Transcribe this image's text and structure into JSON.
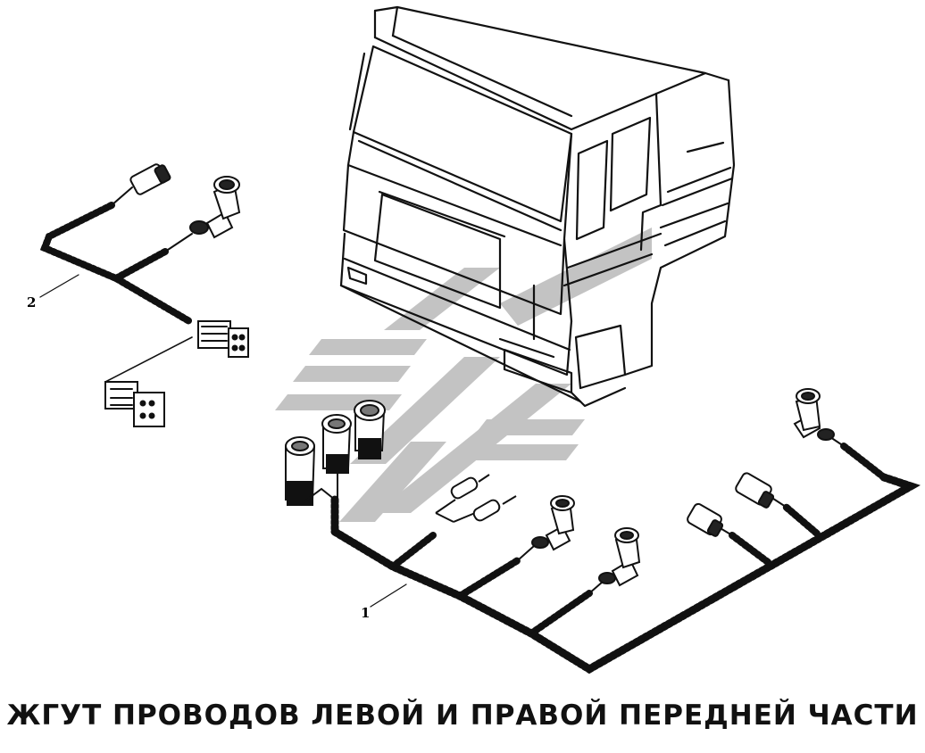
{
  "caption": "ЖГУТ ПРОВОДОВ ЛЕВОЙ И ПРАВОЙ ПЕРЕДНЕЙ ЧАСТИ",
  "callouts": {
    "harness_1": "1",
    "harness_2": "2"
  },
  "colors": {
    "line": "#111111",
    "watermark": "#b8b8b8",
    "background": "#ffffff"
  },
  "icons": {
    "watermark": "company-logo-watermark",
    "truck": "truck-cab-drawing"
  }
}
